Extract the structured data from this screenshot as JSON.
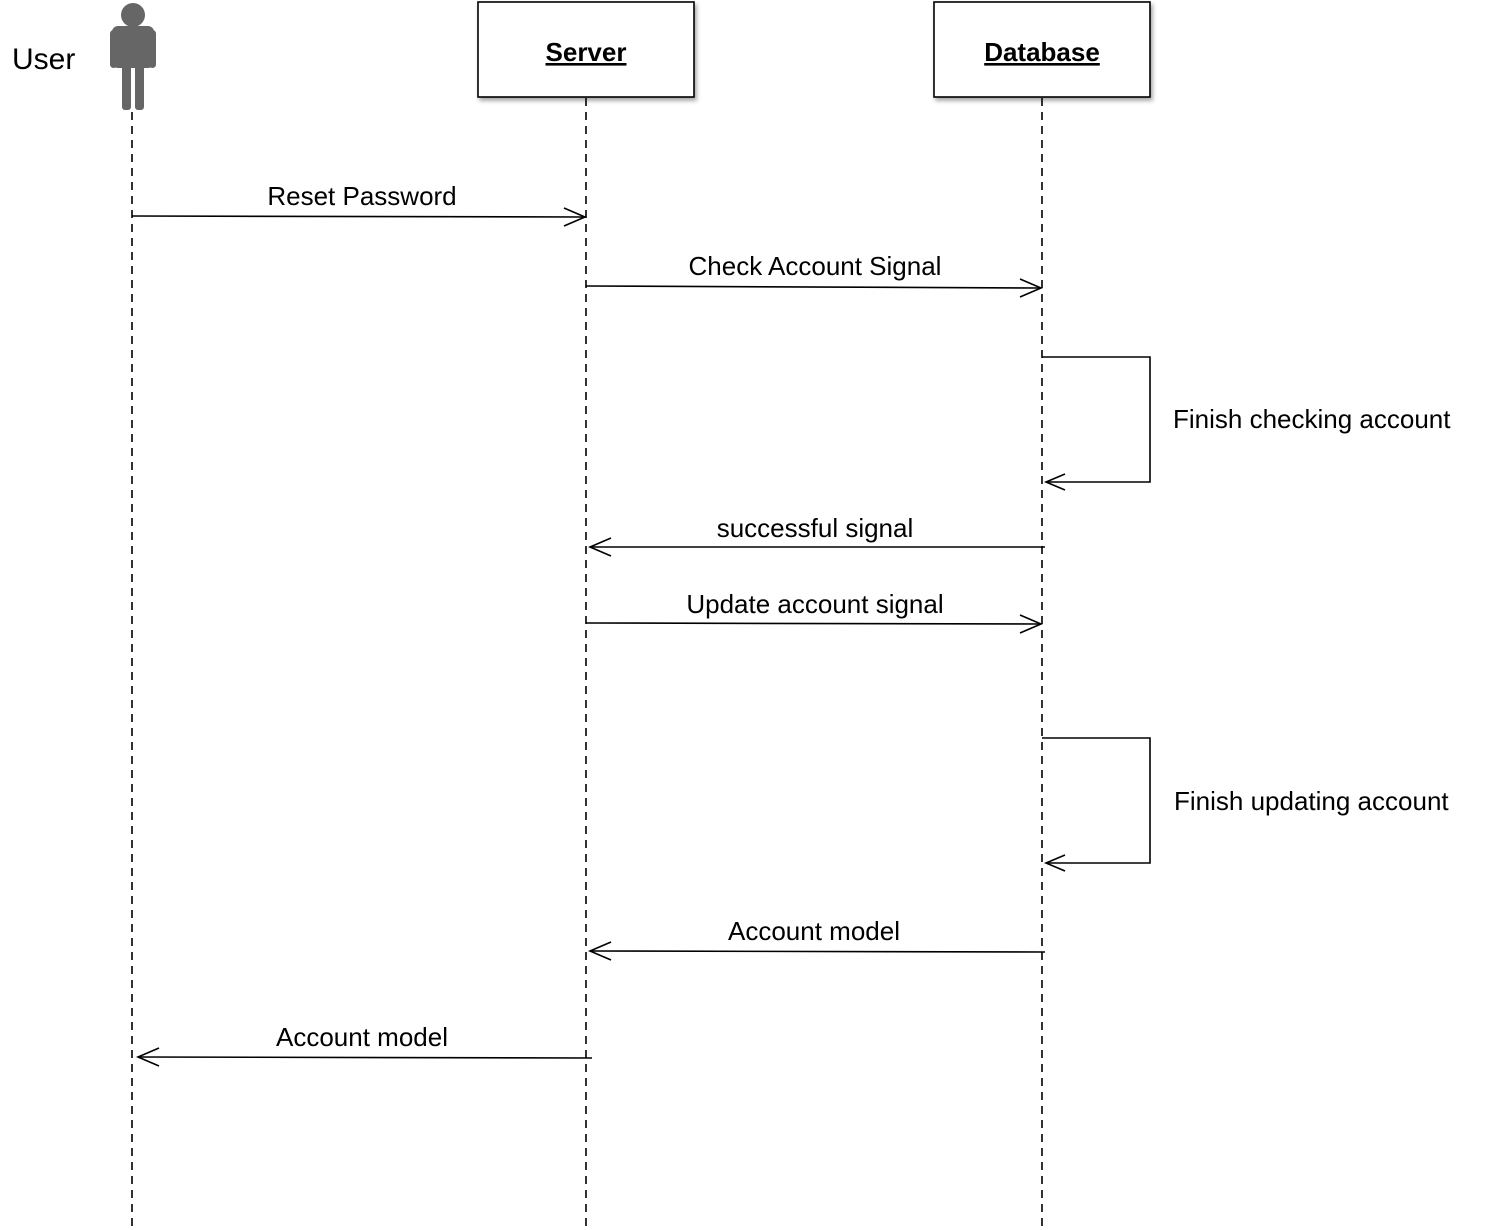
{
  "diagram": {
    "type": "sequence",
    "actor": {
      "label": "User",
      "icon": "person-icon",
      "icon_color": "#666666"
    },
    "participants": [
      {
        "label": "Server"
      },
      {
        "label": "Database"
      }
    ],
    "messages": [
      {
        "from": "User",
        "to": "Server",
        "label": "Reset Password"
      },
      {
        "from": "Server",
        "to": "Database",
        "label": "Check Account Signal"
      },
      {
        "from": "Database",
        "to": "Database",
        "label": "Finish checking account"
      },
      {
        "from": "Database",
        "to": "Server",
        "label": "successful signal"
      },
      {
        "from": "Server",
        "to": "Database",
        "label": "Update account signal"
      },
      {
        "from": "Database",
        "to": "Database",
        "label": "Finish updating account"
      },
      {
        "from": "Database",
        "to": "Server",
        "label": "Account model"
      },
      {
        "from": "Server",
        "to": "User",
        "label": "Account model"
      }
    ]
  }
}
